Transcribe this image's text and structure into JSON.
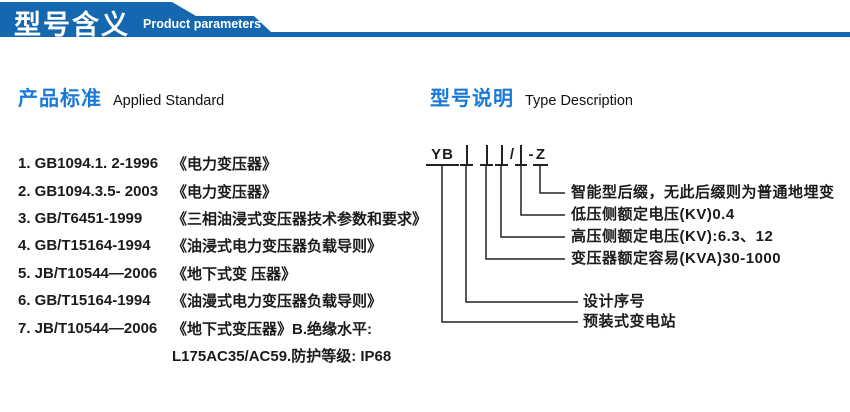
{
  "banner": {
    "title": "型号含义",
    "subtitle": "Product parameters",
    "color": "#1567b0"
  },
  "sections": {
    "left": {
      "title_zh": "产品标准",
      "title_en": "Applied Standard"
    },
    "right": {
      "title_zh": "型号说明",
      "title_en": "Type Description"
    }
  },
  "standards": [
    {
      "code": "1. GB1094.1. 2-1996",
      "name": "《电力变压器》"
    },
    {
      "code": "2. GB1094.3.5- 2003",
      "name": "《电力变压器》"
    },
    {
      "code": "3. GB/T6451-1999",
      "name": "《三相油浸式变压器技术参数和要求》"
    },
    {
      "code": "4. GB/T15164-1994",
      "name": "《油浸式电力变压器负载导则》"
    },
    {
      "code": "5. JB/T10544—2006",
      "name": "《地下式变 压器》"
    },
    {
      "code": "6. GB/T15164-1994",
      "name": "《油漫式电力变压器负载导则》"
    },
    {
      "code": "7. JB/T10544—2006",
      "name": "《地下式变压器》B.绝缘水平:"
    },
    {
      "code": "",
      "name": "L175AC35/AC59.防护等级: IP68"
    }
  ],
  "model_code": {
    "full": "YB□ □□/□-Z",
    "prefix": "YB",
    "slash": "/",
    "dash": "-",
    "suffix": "Z"
  },
  "legend": [
    "智能型后缀，无此后缀则为普通地埋变",
    "低压侧额定电压(KV)0.4",
    "高压侧额定电压(KV):6.3、12",
    "变压器额定容易(KVA)30-1000",
    "设计序号",
    "预装式变电站"
  ],
  "colors": {
    "banner_blue": "#1567b0",
    "heading_blue": "#1879d6",
    "text": "#1b1b1b",
    "line": "#222222"
  }
}
